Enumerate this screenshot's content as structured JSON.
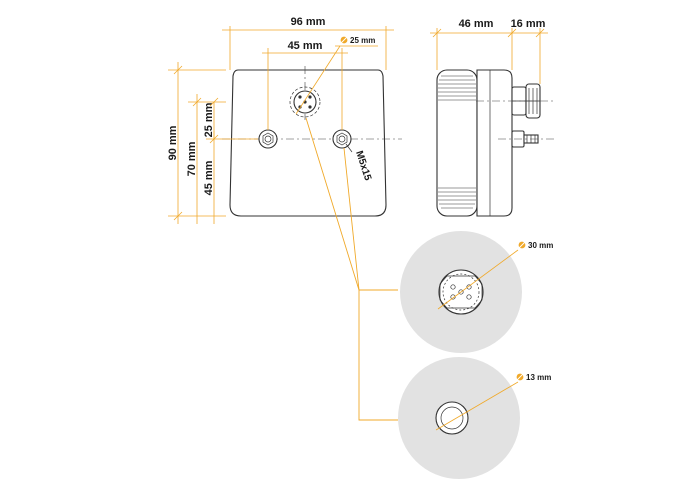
{
  "front_view": {
    "width_label": "96 mm",
    "hole_spacing_label": "45 mm",
    "connector_label": "25 mm",
    "height_label": "90 mm",
    "height_inner_label": "70 mm",
    "height_holes_label": "45 mm",
    "height_connector_label": "25 mm",
    "screw_label": "M5x15"
  },
  "side_view": {
    "depth_label": "46 mm",
    "connector_length_label": "16 mm"
  },
  "detail_connector": {
    "diameter_label": "30 mm"
  },
  "detail_stud": {
    "diameter_label": "13 mm"
  },
  "colors": {
    "dimension": "#f0a92a",
    "outline": "#333333"
  },
  "icons": {
    "diameter_symbol": "circle-slash"
  }
}
